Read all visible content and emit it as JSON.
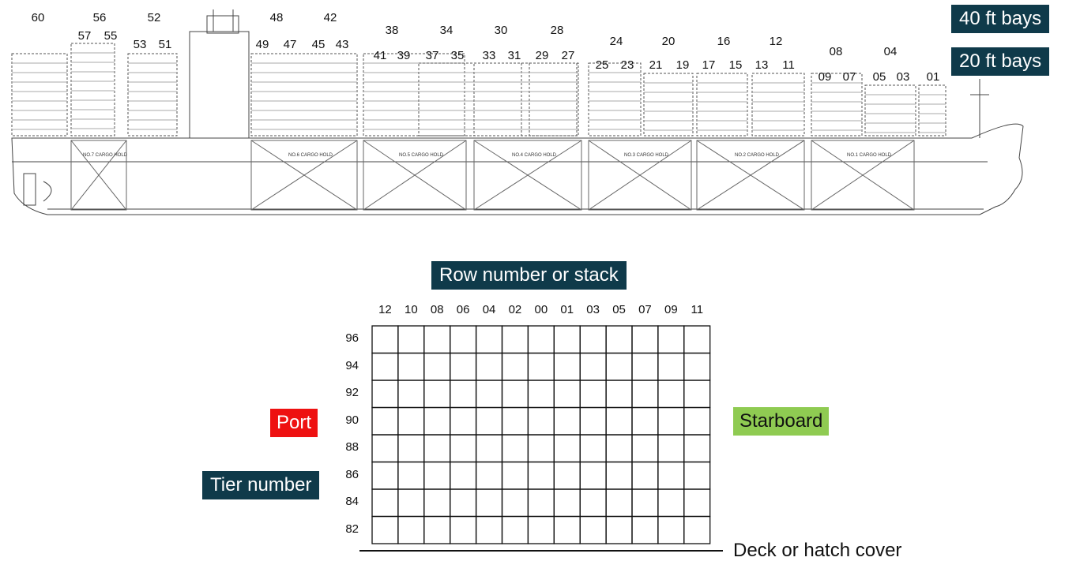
{
  "bays_40ft": [
    "60",
    "56",
    "52",
    "48",
    "42",
    "38",
    "34",
    "30",
    "28",
    "24",
    "20",
    "16",
    "12",
    "08",
    "04"
  ],
  "bays_20ft": [
    "57",
    "55",
    "53",
    "51",
    "49",
    "47",
    "45",
    "43",
    "41",
    "39",
    "37",
    "35",
    "33",
    "31",
    "29",
    "27",
    "25",
    "23",
    "21",
    "19",
    "17",
    "15",
    "13",
    "11",
    "09",
    "07",
    "05",
    "03",
    "01"
  ],
  "labels": {
    "bays_40": "40 ft bays",
    "bays_20": "20 ft bays",
    "row_stack": "Row number or stack",
    "port": "Port",
    "starboard": "Starboard",
    "tier_number": "Tier number",
    "deck": "Deck or hatch cover"
  },
  "rows": [
    "12",
    "10",
    "08",
    "06",
    "04",
    "02",
    "00",
    "01",
    "03",
    "05",
    "07",
    "09",
    "11"
  ],
  "tiers": [
    "96",
    "94",
    "92",
    "90",
    "88",
    "86",
    "84",
    "82"
  ],
  "holds": [
    "NO.7 CARGO HOLD",
    "NO.6 CARGO HOLD",
    "NO.5 CARGO HOLD",
    "NO.4 CARGO HOLD",
    "NO.3 CARGO HOLD",
    "NO.2 CARGO HOLD",
    "NO.1 CARGO HOLD"
  ],
  "colors": {
    "badge": "#0f3a4a",
    "port": "#ee1111",
    "starboard": "#8fcb52"
  }
}
